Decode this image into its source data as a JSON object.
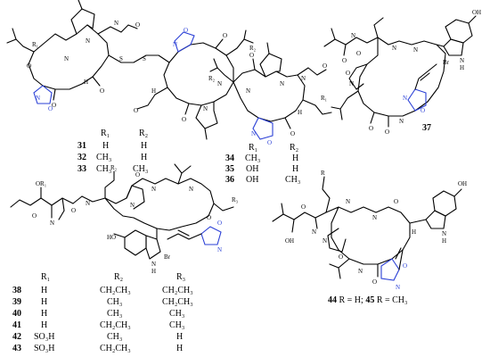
{
  "atoms": {
    "N": "N",
    "O": "O",
    "H": "H",
    "S": "S",
    "R": "R",
    "OH": "OH",
    "Br": "Br",
    "R1": "R₁",
    "R2": "R₂",
    "R3": "R₃",
    "OR1": "OR₁",
    "HO": "HO"
  },
  "colors": {
    "oxazole": "#2a3fd6",
    "bond": "#000000"
  },
  "tables": {
    "t1": {
      "headers": [
        "R₁",
        "R₂"
      ],
      "rows": [
        {
          "id": "31",
          "r1": "H",
          "r2": "H"
        },
        {
          "id": "32",
          "r1": "CH₃",
          "r2": "H"
        },
        {
          "id": "33",
          "r1": "CH₃",
          "r2": "CH₃"
        }
      ]
    },
    "t2": {
      "headers": [
        "R₁",
        "R₂"
      ],
      "rows": [
        {
          "id": "34",
          "r1": "CH₃",
          "r2": "H"
        },
        {
          "id": "35",
          "r1": "OH",
          "r2": "H"
        },
        {
          "id": "36",
          "r1": "OH",
          "r2": "CH₃"
        }
      ]
    },
    "t3": {
      "headers": [
        "R₁",
        "R₂",
        "R₃"
      ],
      "rows": [
        {
          "id": "38",
          "r1": "H",
          "r2": "CH₂CH₃",
          "r3": "CH₂CH₃"
        },
        {
          "id": "39",
          "r1": "H",
          "r2": "CH₃",
          "r3": "CH₂CH₃"
        },
        {
          "id": "40",
          "r1": "H",
          "r2": "CH₃",
          "r3": "CH₃"
        },
        {
          "id": "41",
          "r1": "H",
          "r2": "CH₂CH₃",
          "r3": "CH₃"
        },
        {
          "id": "42",
          "r1": "SO₃H",
          "r2": "CH₃",
          "r3": "H"
        },
        {
          "id": "43",
          "r1": "SO₃H",
          "r2": "CH₂CH₃",
          "r3": "H"
        }
      ]
    }
  },
  "compound_37": "37",
  "caption_44_45": {
    "id_a": "44",
    "text_a": " R = H; ",
    "id_b": "45",
    "text_b": " R = CH₃"
  }
}
